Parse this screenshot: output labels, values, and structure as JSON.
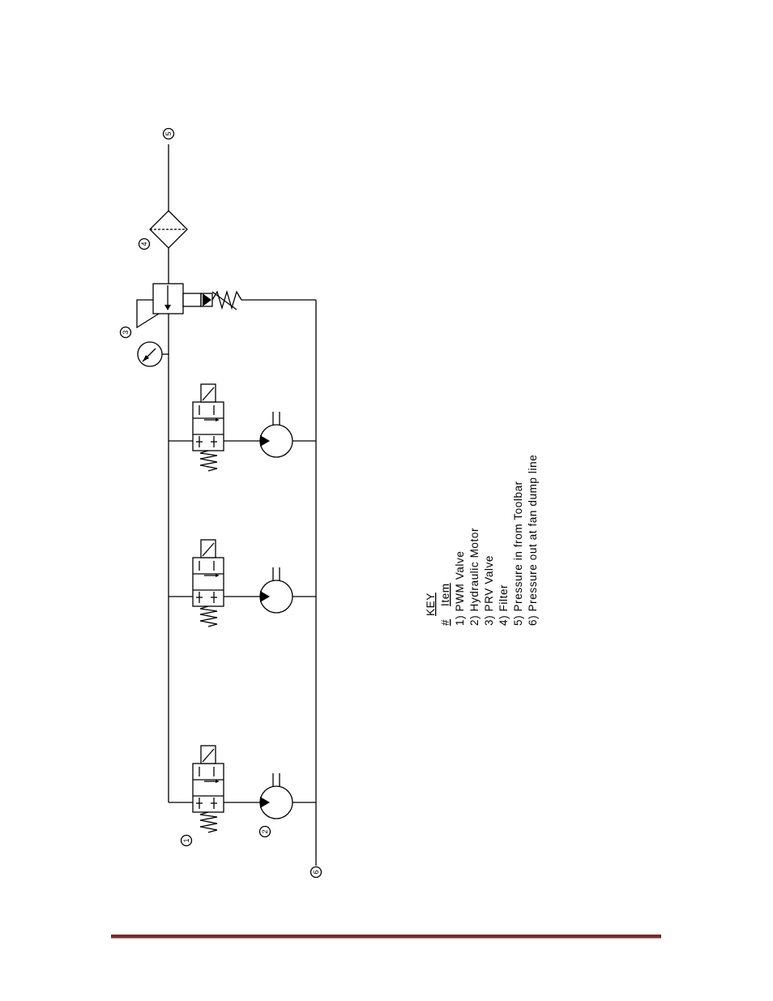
{
  "diagram": {
    "callouts": {
      "c1": "1",
      "c2": "2",
      "c3": "3",
      "c4": "4",
      "c5": "5",
      "c6": "6"
    },
    "key": {
      "title": "KEY",
      "header_num": "#",
      "header_item": "Item",
      "items": [
        "1)  PWM Valve",
        "2)  Hydraulic Motor",
        "3)  PRV Valve",
        "4)  Filter",
        "5)  Pressure in from Toolbar",
        "6)  Pressure out at fan dump line"
      ]
    }
  },
  "colors": {
    "footer_rule": "#7b2a2a",
    "line": "#000000"
  }
}
